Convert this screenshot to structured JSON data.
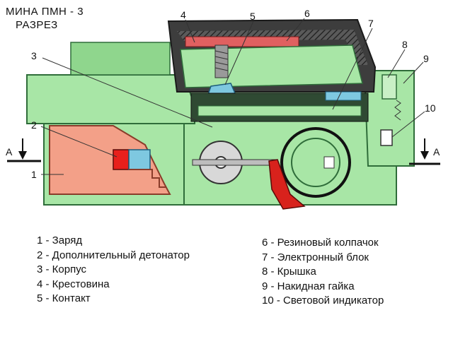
{
  "title": {
    "line1": "МИНА ПМН - 3",
    "line2": "РАЗРЕЗ"
  },
  "section_mark": "А",
  "callouts": [
    "1",
    "2",
    "3",
    "4",
    "5",
    "6",
    "7",
    "8",
    "9",
    "10"
  ],
  "legend": {
    "left": [
      "1 - Заряд",
      "2 - Дополнительный детонатор",
      "3 - Корпус",
      "4 - Крестовина",
      "5 - Контакт"
    ],
    "right": [
      "6 - Резиновый колпачок",
      "7 - Электронный блок",
      "8 - Крышка",
      "9 - Накидная гайка",
      "10 - Световой индикатор"
    ]
  },
  "colors": {
    "body_green": "#a8e6a6",
    "body_dark": "#2f6d3a",
    "charge_salmon": "#f3a088",
    "detonator_red": "#e8201c",
    "blue": "#7ec8e0",
    "cap_dark": "#3d3d3d",
    "lever_red": "#d8221c",
    "white": "#ffffff"
  }
}
